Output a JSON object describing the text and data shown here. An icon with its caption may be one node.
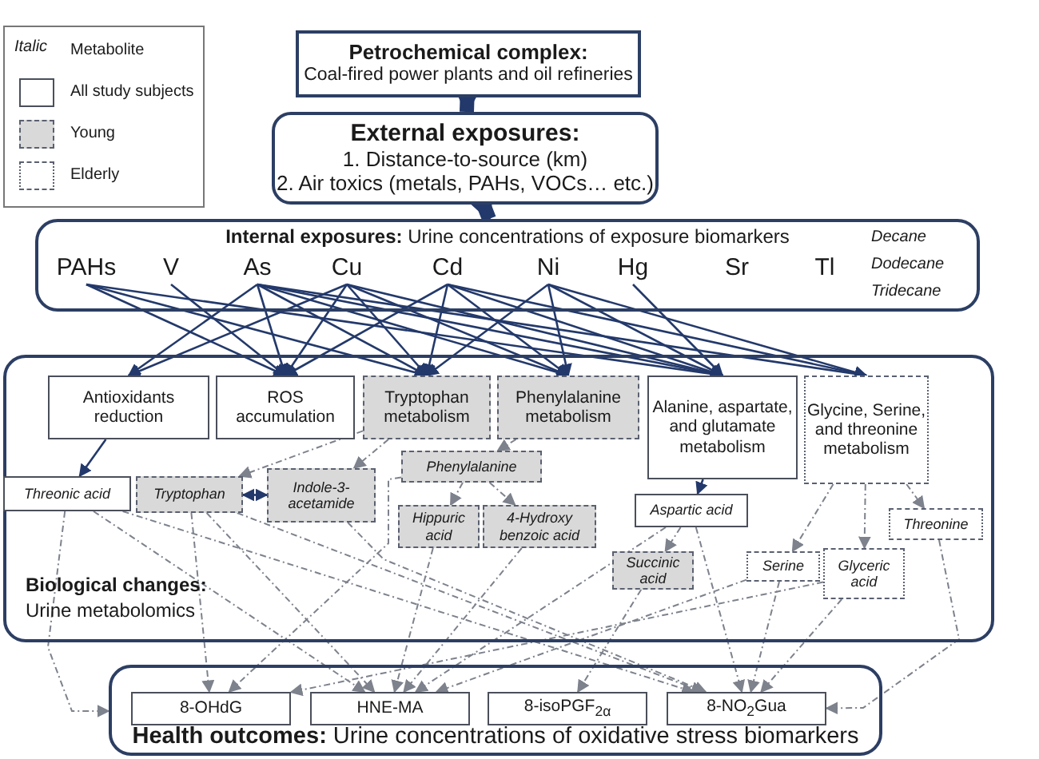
{
  "diagram": {
    "nodes": [
      {
        "text": [
          "Petrochemical complex:",
          "Coal-fired power plants and oil refineries"
        ]
      },
      {
        "text": [
          "External exposures:",
          "1. Distance-to-source (km)",
          "2. Air toxics (metals, PAHs, VOCs… etc.)"
        ]
      },
      {
        "text": [
          "**Internal exposures:** Urine concentrations of exposure biomarkers"
        ]
      },
      {
        "text": [
          "PAHs"
        ],
        "in": 2
      },
      {
        "text": [
          "V"
        ],
        "in": 2
      },
      {
        "text": [
          "As"
        ],
        "in": 2
      },
      {
        "text": [
          "Cu"
        ],
        "in": 2
      },
      {
        "text": [
          "Cd"
        ],
        "in": 2
      },
      {
        "text": [
          "Ni"
        ],
        "in": 2
      },
      {
        "text": [
          "Hg"
        ],
        "in": 2
      },
      {
        "text": [
          "Sr"
        ],
        "in": 2
      },
      {
        "text": [
          "Tl"
        ],
        "in": 2
      },
      {
        "text": [
          "Biological changes:",
          "Urine metabolomics"
        ]
      },
      {
        "text": [
          "Antioxidants reduction"
        ],
        "in": 12
      },
      {
        "text": [
          "ROS accumulation"
        ],
        "in": 12
      },
      {
        "text": [
          "Tryptophan metabolism"
        ],
        "in": 12
      },
      {
        "text": [
          "Phenylalanine metabolism"
        ],
        "in": 12
      },
      {
        "text": [
          "Alanine, aspartate, and glutamate metabolism"
        ],
        "in": 12
      },
      {
        "text": [
          "Glycine, Serine, and threonine metabolism"
        ],
        "in": 12
      },
      {
        "text": [
          "Threonic acid"
        ],
        "in": 12
      },
      {
        "text": [
          "Tryptophan"
        ],
        "in": 12
      },
      {
        "text": [
          "Indole-3-acetamide"
        ],
        "in": 12
      },
      {
        "text": [
          "Phenylalanine"
        ],
        "in": 12
      },
      {
        "text": [
          "Hippuric acid"
        ],
        "in": 12
      },
      {
        "text": [
          "4-Hydroxy benzoic acid"
        ],
        "in": 12
      },
      {
        "text": [
          "Aspartic acid"
        ],
        "in": 12
      },
      {
        "text": [
          "Succinic acid"
        ],
        "in": 12
      },
      {
        "text": [
          "Serine"
        ],
        "in": 12
      },
      {
        "text": [
          "Glyceric acid"
        ],
        "in": 12
      },
      {
        "text": [
          "Threonine"
        ],
        "in": 12
      },
      {
        "text": [
          "**Health outcomes:** Urine concentrations of oxidative stress biomarkers"
        ]
      },
      {
        "text": [
          "8-OHdG"
        ],
        "in": 30
      },
      {
        "text": [
          "HNE-MA"
        ],
        "in": 30
      },
      {
        "text": [
          "8-isoPGF$_{2α}$"
        ],
        "in": 30
      },
      {
        "text": [
          "8-NO$_{2}$Gua"
        ],
        "in": 30
      }
    ],
    "edges": [
      {
        "from": 0,
        "to": 1,
        "arrow": "to",
        "style": "thick"
      },
      {
        "from": 1,
        "to": 2,
        "arrow": "to",
        "style": "thick"
      },
      {
        "from": 3,
        "to": 14,
        "arrow": "to"
      },
      {
        "from": 3,
        "to": 15,
        "arrow": "to"
      },
      {
        "from": 3,
        "to": 17,
        "arrow": "to"
      },
      {
        "from": 4,
        "to": 14,
        "arrow": "to"
      },
      {
        "from": 5,
        "to": 13,
        "arrow": "to"
      },
      {
        "from": 5,
        "to": 14,
        "arrow": "to"
      },
      {
        "from": 5,
        "to": 15,
        "arrow": "to"
      },
      {
        "from": 5,
        "to": 16,
        "arrow": "to"
      },
      {
        "from": 5,
        "to": 17,
        "arrow": "to"
      },
      {
        "from": 5,
        "to": 18,
        "arrow": "to"
      },
      {
        "from": 6,
        "to": 13,
        "arrow": "to"
      },
      {
        "from": 6,
        "to": 14,
        "arrow": "to"
      },
      {
        "from": 6,
        "to": 15,
        "arrow": "to"
      },
      {
        "from": 6,
        "to": 16,
        "arrow": "to"
      },
      {
        "from": 6,
        "to": 17,
        "arrow": "to"
      },
      {
        "from": 7,
        "to": 14,
        "arrow": "to"
      },
      {
        "from": 7,
        "to": 15,
        "arrow": "to"
      },
      {
        "from": 7,
        "to": 16,
        "arrow": "to"
      },
      {
        "from": 7,
        "to": 17,
        "arrow": "to"
      },
      {
        "from": 7,
        "to": 18,
        "arrow": "to"
      },
      {
        "from": 8,
        "to": 15,
        "arrow": "to"
      },
      {
        "from": 8,
        "to": 16,
        "arrow": "to"
      },
      {
        "from": 8,
        "to": 17,
        "arrow": "to"
      },
      {
        "from": 8,
        "to": 18,
        "arrow": "to"
      },
      {
        "from": 9,
        "to": 17,
        "arrow": "to"
      },
      {
        "from": 13,
        "to": 19,
        "arrow": "to"
      },
      {
        "from": 15,
        "to": 20,
        "arrow": "to",
        "style": "dashed",
        "color": "#7d828c"
      },
      {
        "from": 15,
        "to": 21,
        "arrow": "to",
        "style": "dashed",
        "color": "#7d828c"
      },
      {
        "from": 20,
        "to": 21,
        "arrow": "both"
      },
      {
        "from": 16,
        "to": 22,
        "arrow": "to",
        "style": "dashed",
        "color": "#7d828c"
      },
      {
        "from": 22,
        "to": 23,
        "arrow": "to",
        "style": "dashed",
        "color": "#7d828c"
      },
      {
        "from": 22,
        "to": 24,
        "arrow": "to",
        "style": "dashed",
        "color": "#7d828c"
      },
      {
        "from": 17,
        "to": 25,
        "arrow": "to"
      },
      {
        "from": 25,
        "to": 26,
        "arrow": "to",
        "style": "dashed",
        "color": "#7d828c"
      },
      {
        "from": 18,
        "to": 27,
        "arrow": "to",
        "style": "dashed",
        "color": "#7d828c"
      },
      {
        "from": 18,
        "to": 28,
        "arrow": "to",
        "style": "dashed",
        "color": "#7d828c"
      },
      {
        "from": 18,
        "to": 29,
        "arrow": "to",
        "style": "dashed",
        "color": "#7d828c"
      },
      {
        "from": 19,
        "to": 30,
        "arrow": "to",
        "style": "dashed",
        "color": "#7d828c"
      },
      {
        "from": 19,
        "to": 32,
        "arrow": "to",
        "style": "dashed",
        "color": "#7d828c"
      },
      {
        "from": 19,
        "to": 34,
        "arrow": "to",
        "style": "dashed",
        "color": "#7d828c"
      },
      {
        "from": 20,
        "to": 31,
        "arrow": "to",
        "style": "dashed",
        "color": "#7d828c"
      },
      {
        "from": 20,
        "to": 32,
        "arrow": "to",
        "style": "dashed",
        "color": "#7d828c"
      },
      {
        "from": 20,
        "to": 34,
        "arrow": "to",
        "style": "dashed",
        "color": "#7d828c"
      },
      {
        "from": 21,
        "to": 34,
        "arrow": "to",
        "style": "dashed",
        "color": "#7d828c"
      },
      {
        "from": 22,
        "to": 31,
        "arrow": "to",
        "style": "dashed",
        "color": "#7d828c"
      },
      {
        "from": 23,
        "to": 32,
        "arrow": "to",
        "style": "dashed",
        "color": "#7d828c"
      },
      {
        "from": 24,
        "to": 32,
        "arrow": "to",
        "style": "dashed",
        "color": "#7d828c"
      },
      {
        "from": 25,
        "to": 32,
        "arrow": "to",
        "style": "dashed",
        "color": "#7d828c"
      },
      {
        "from": 25,
        "to": 34,
        "arrow": "to",
        "style": "dashed",
        "color": "#7d828c"
      },
      {
        "from": 26,
        "to": 33,
        "arrow": "to",
        "style": "dashed",
        "color": "#7d828c"
      },
      {
        "from": 27,
        "to": 32,
        "arrow": "to",
        "style": "dashed",
        "color": "#7d828c"
      },
      {
        "from": 27,
        "to": 34,
        "arrow": "to",
        "style": "dashed",
        "color": "#7d828c"
      },
      {
        "from": 28,
        "to": 31,
        "arrow": "to",
        "style": "dashed",
        "color": "#7d828c"
      },
      {
        "from": 28,
        "to": 34,
        "arrow": "to",
        "style": "dashed",
        "color": "#7d828c"
      },
      {
        "from": 29,
        "to": 34,
        "arrow": "to",
        "style": "dashed",
        "color": "#7d828c"
      }
    ],
    "labels": [
      "Italic",
      "Decane",
      "Dodecane",
      "Tridecane"
    ],
    "legend": [
      {
        "text": "Metabolite"
      },
      {
        "text": "All study subjects"
      },
      {
        "text": "Young"
      },
      {
        "text": "Elderly"
      }
    ]
  }
}
